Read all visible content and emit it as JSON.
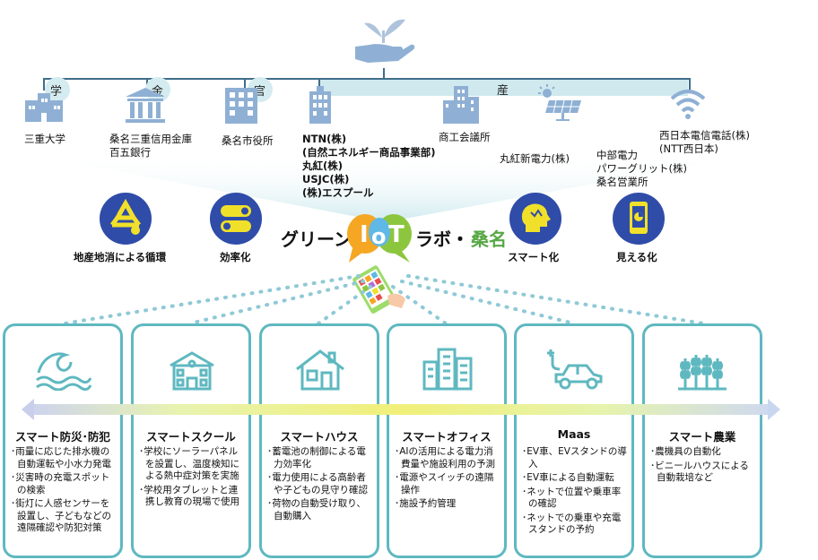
{
  "hierarchy": {
    "labels": {
      "gaku": "学",
      "kin": "金",
      "kan": "官",
      "san": "産"
    }
  },
  "orgs": {
    "mie_univ": "三重大学",
    "bank": "桑名三重信用金庫\n百五銀行",
    "city": "桑名市役所",
    "ntn": "NTN(株)\n(自然エネルギー商品事業部)\n丸紅(株)\nUSJC(株)\n(株)エスプール",
    "chamber": "商工会議所",
    "marubeni_power": "丸紅新電力(株)",
    "chubu": "中部電力\nパワーグリット(株)\n桑名営業所",
    "ntt": "西日本電信電話(株)\n(NTT西日本)"
  },
  "concepts": {
    "local": "地産地消による循環",
    "efficiency": "効率化",
    "smart": "スマート化",
    "visible": "見える化"
  },
  "logo": {
    "left": "グリーン",
    "iot_i": "I",
    "iot_o": "o",
    "iot_t": "T",
    "right": "ラボ・",
    "city": "桑名"
  },
  "colors": {
    "teal": "#5fb8c0",
    "navy": "#2f4ca8",
    "yellow": "#f1e02a",
    "iot_orange": "#f5a623",
    "iot_blue": "#5fb8e6",
    "iot_green": "#8cc63f"
  },
  "fields": [
    {
      "title": "スマート防災･防犯",
      "icon": "wave-icon",
      "items": [
        "･雨量に応じた排水機の自動運転や小水力発電",
        "･災害時の充電スポットの検索",
        "･街灯に人感センサーを設置し、子どもなどの遠隔確認や防犯対策"
      ]
    },
    {
      "title": "スマートスクール",
      "icon": "school-icon",
      "items": [
        "･学校にソーラーパネルを設置し、温度検知による熱中症対策を実施",
        "･学校用タブレットと連携し教育の現場で使用"
      ]
    },
    {
      "title": "スマートハウス",
      "icon": "house-icon",
      "items": [
        "･蓄電池の制御による電力効率化",
        "･電力使用による高齢者や子どもの見守り確認",
        "･荷物の自動受け取り、自動購入"
      ]
    },
    {
      "title": "スマートオフィス",
      "icon": "office-icon",
      "items": [
        "･AIの活用による電力消費量や施設利用の予測",
        "･電源やスイッチの遠隔操作",
        "･施設予約管理"
      ]
    },
    {
      "title": "Maas",
      "icon": "ev-car-icon",
      "items": [
        "･EV車、EVスタンドの導入",
        "･EV車による自動運転",
        "･ネットで位置や乗車率の確認",
        "･ネットでの乗車や充電スタンドの予約"
      ]
    },
    {
      "title": "スマート農業",
      "icon": "wheat-icon",
      "items": [
        "･農機具の自動化",
        "･ビニールハウスによる自動栽培など"
      ]
    }
  ]
}
